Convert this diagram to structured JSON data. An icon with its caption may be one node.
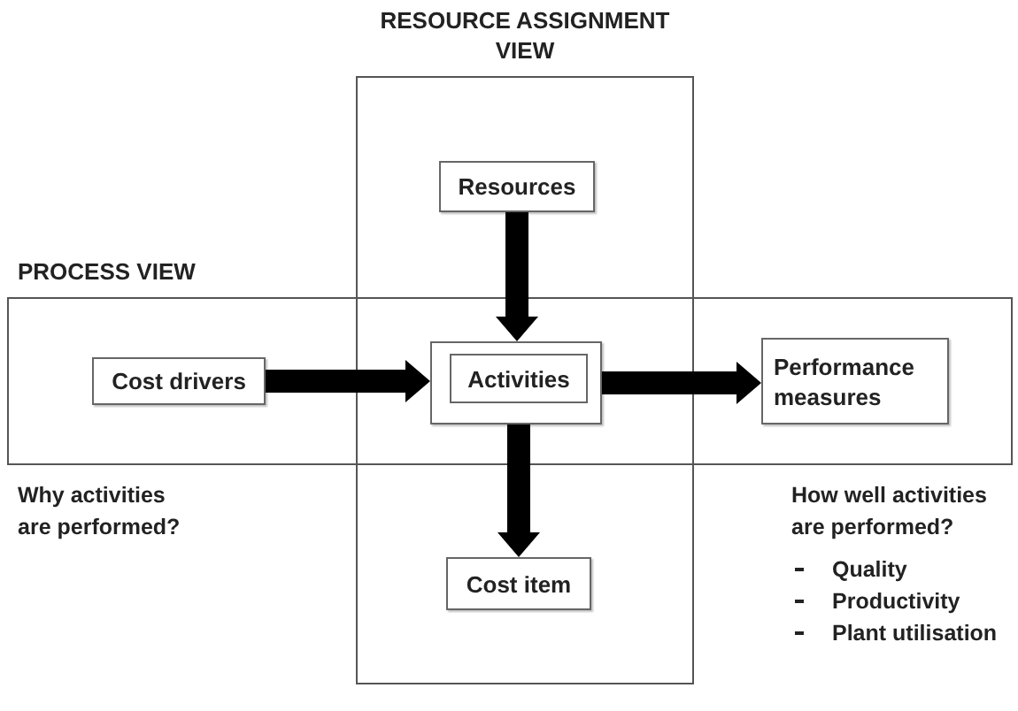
{
  "diagram": {
    "nodes": [
      {
        "text": [
          "RESOURCE ASSIGNMENT VIEW"
        ]
      },
      {
        "text": [
          "Resources"
        ],
        "in": 0
      },
      {
        "text": [
          "PROCESS VIEW"
        ]
      },
      {
        "text": [
          "Cost drivers"
        ],
        "in": 2
      },
      {
        "text": [],
        "shape": "box"
      },
      {
        "text": [
          "Activities"
        ],
        "in": 4
      },
      {
        "text": [
          "Performance measures"
        ],
        "in": 2
      },
      {
        "text": [
          "Cost item"
        ],
        "in": 0
      }
    ],
    "edges": [
      {
        "from": 1,
        "to": 4,
        "arrow": "to"
      },
      {
        "from": 3,
        "to": 4,
        "arrow": "to"
      },
      {
        "from": 4,
        "to": 6,
        "arrow": "to"
      },
      {
        "from": 4,
        "to": 7,
        "arrow": "to"
      }
    ],
    "labels": [
      "Why activities are performed?",
      "How well activities are performed?",
      "Quality",
      "Productivity",
      "Plant utilisation"
    ]
  }
}
